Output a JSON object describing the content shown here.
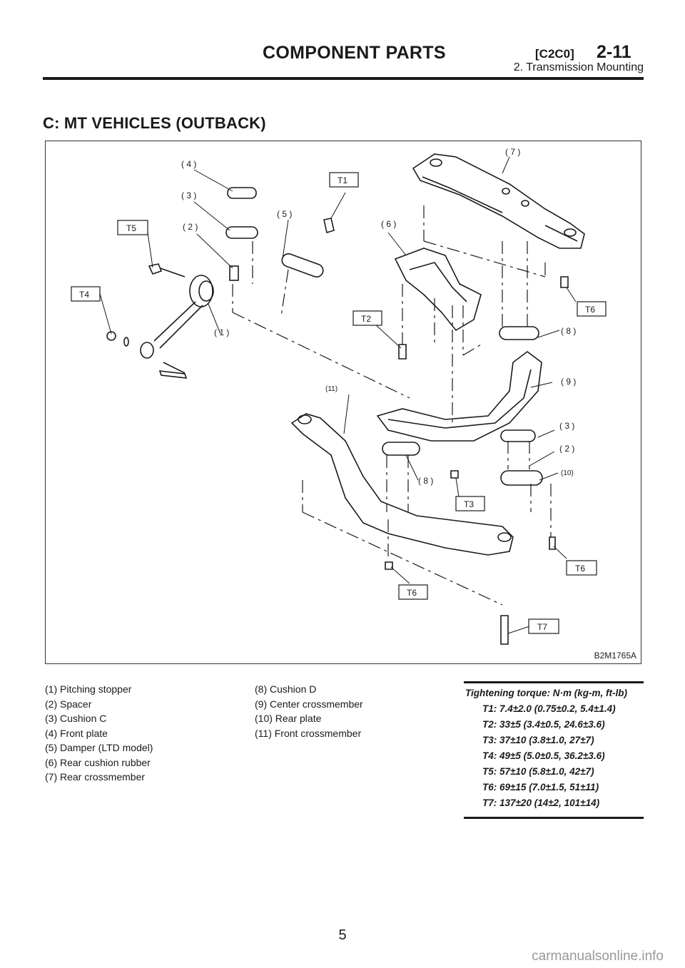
{
  "header": {
    "title": "COMPONENT PARTS",
    "code": "[C2C0]",
    "page_ref": "2-11",
    "subtitle": "2. Transmission Mounting"
  },
  "section_title": "C: MT VEHICLES (OUTBACK)",
  "figure": {
    "code": "B2M1765A",
    "callouts": [
      "( 1 )",
      "( 2 )",
      "( 3 )",
      "( 4 )",
      "( 5 )",
      "( 6 )",
      "( 7 )",
      "( 8 )",
      "( 9 )",
      "(10)",
      "(11)"
    ],
    "torque_tags": [
      "T1",
      "T2",
      "T3",
      "T4",
      "T5",
      "T6",
      "T7"
    ]
  },
  "legend_left": [
    "(1) Pitching stopper",
    "(2) Spacer",
    "(3) Cushion C",
    "(4) Front plate",
    "(5) Damper (LTD model)",
    "(6) Rear cushion rubber",
    "(7) Rear crossmember"
  ],
  "legend_right": [
    "(8) Cushion D",
    "(9) Center crossmember",
    "(10) Rear plate",
    "(11) Front crossmember"
  ],
  "torque": {
    "heading": "Tightening torque: N·m (kg-m, ft-lb)",
    "rows": [
      "T1: 7.4±2.0 (0.75±0.2, 5.4±1.4)",
      "T2: 33±5 (3.4±0.5, 24.6±3.6)",
      "T3: 37±10 (3.8±1.0, 27±7)",
      "T4: 49±5 (5.0±0.5, 36.2±3.6)",
      "T5: 57±10 (5.8±1.0, 42±7)",
      "T6: 69±15 (7.0±1.5, 51±11)",
      "T7: 137±20 (14±2, 101±14)"
    ]
  },
  "page_number": "5",
  "watermark": "carmanualsonline.info"
}
